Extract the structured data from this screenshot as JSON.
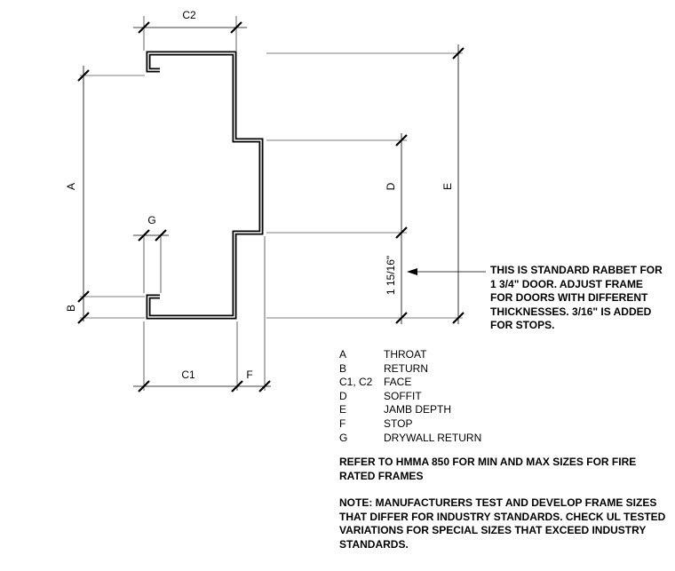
{
  "dimensions": {
    "A": "A",
    "B": "B",
    "C1": "C1",
    "C2": "C2",
    "D": "D",
    "E": "E",
    "F": "F",
    "G": "G",
    "rabbet": "1 15/16\""
  },
  "legend": [
    {
      "key": "A",
      "value": "THROAT"
    },
    {
      "key": "B",
      "value": "RETURN"
    },
    {
      "key": "C1, C2",
      "value": "FACE"
    },
    {
      "key": "D",
      "value": "SOFFIT"
    },
    {
      "key": "E",
      "value": "JAMB DEPTH"
    },
    {
      "key": "F",
      "value": "STOP"
    },
    {
      "key": "G",
      "value": "DRYWALL RETURN"
    }
  ],
  "notes": {
    "rabbet": "THIS IS STANDARD RABBET FOR 1 3/4\" DOOR.   ADJUST FRAME FOR DOORS WITH DIFFERENT THICKNESSES.  3/16\" IS ADDED FOR STOPS.",
    "hmma": "REFER TO HMMA 850 FOR MIN AND MAX SIZES FOR FIRE RATED FRAMES",
    "manufacturers": "NOTE: MANUFACTURERS TEST AND DEVELOP FRAME SIZES THAT DIFFER FOR INDUSTRY STANDARDS. CHECK UL TESTED VARIATIONS FOR SPECIAL SIZES THAT EXCEED INDUSTRY STANDARDS."
  }
}
